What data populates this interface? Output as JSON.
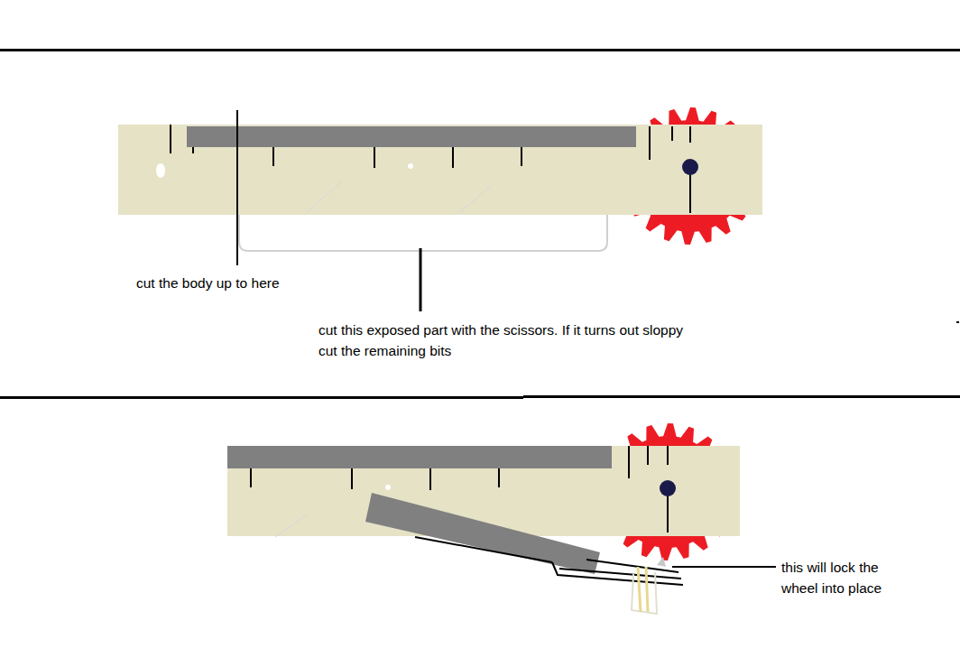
{
  "diagram": {
    "labels": [
      "cut the body up to here",
      "cut this exposed part with the scissors. If it turns out sloppy cut the remaining bits",
      "this will lock the wheel into place"
    ]
  }
}
